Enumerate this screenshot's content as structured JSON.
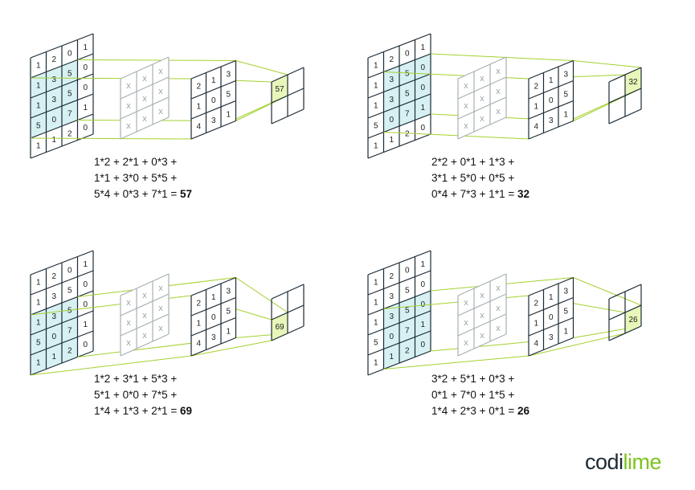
{
  "colors": {
    "highlight_fill": "#d7f1f3",
    "grid_stroke": "#1b2a36",
    "kernel_stroke": "#a7b0b3",
    "connector": "#a4d12f",
    "result_fill": "#e8f6b9",
    "logo_dark": "#1e2a33",
    "logo_green": "#7dc31f"
  },
  "input": [
    [
      1,
      2,
      0,
      1
    ],
    [
      1,
      3,
      5,
      0
    ],
    [
      1,
      3,
      5,
      0
    ],
    [
      5,
      0,
      7,
      1
    ],
    [
      1,
      1,
      2,
      0
    ]
  ],
  "kernel_symbol": "x",
  "kernel": [
    [
      2,
      1,
      3
    ],
    [
      1,
      0,
      5
    ],
    [
      4,
      3,
      1
    ]
  ],
  "panels": [
    {
      "id": "top-left",
      "window": {
        "row": 1,
        "col": 0
      },
      "output_cell": {
        "row": 0,
        "col": 0
      },
      "result": "57",
      "equation": [
        "1*2 + 2*1 + 0*3 +",
        "1*1 + 3*0 + 5*5 +",
        "5*4 + 0*3 + 7*1 = "
      ]
    },
    {
      "id": "top-right",
      "window": {
        "row": 1,
        "col": 1
      },
      "output_cell": {
        "row": 0,
        "col": 1
      },
      "result": "32",
      "equation": [
        "2*2 + 0*1 + 1*3 +",
        "3*1 + 5*0 + 0*5 +",
        "0*4 + 7*3 + 1*1 = "
      ]
    },
    {
      "id": "bottom-left",
      "window": {
        "row": 2,
        "col": 0
      },
      "output_cell": {
        "row": 1,
        "col": 0
      },
      "result": "69",
      "equation": [
        "1*2 + 3*1 + 5*3 +",
        "5*1 + 0*0 + 7*5 +",
        "1*4 + 1*3 + 2*1 = "
      ]
    },
    {
      "id": "bottom-right",
      "window": {
        "row": 2,
        "col": 1
      },
      "output_cell": {
        "row": 1,
        "col": 1
      },
      "result": "26",
      "equation": [
        "3*2 + 5*1 + 0*3 +",
        "0*1 + 7*0 + 1*5 +",
        "1*4 + 2*3 + 0*1 = "
      ]
    }
  ],
  "logo": {
    "dark": "codi",
    "green": "lime"
  }
}
